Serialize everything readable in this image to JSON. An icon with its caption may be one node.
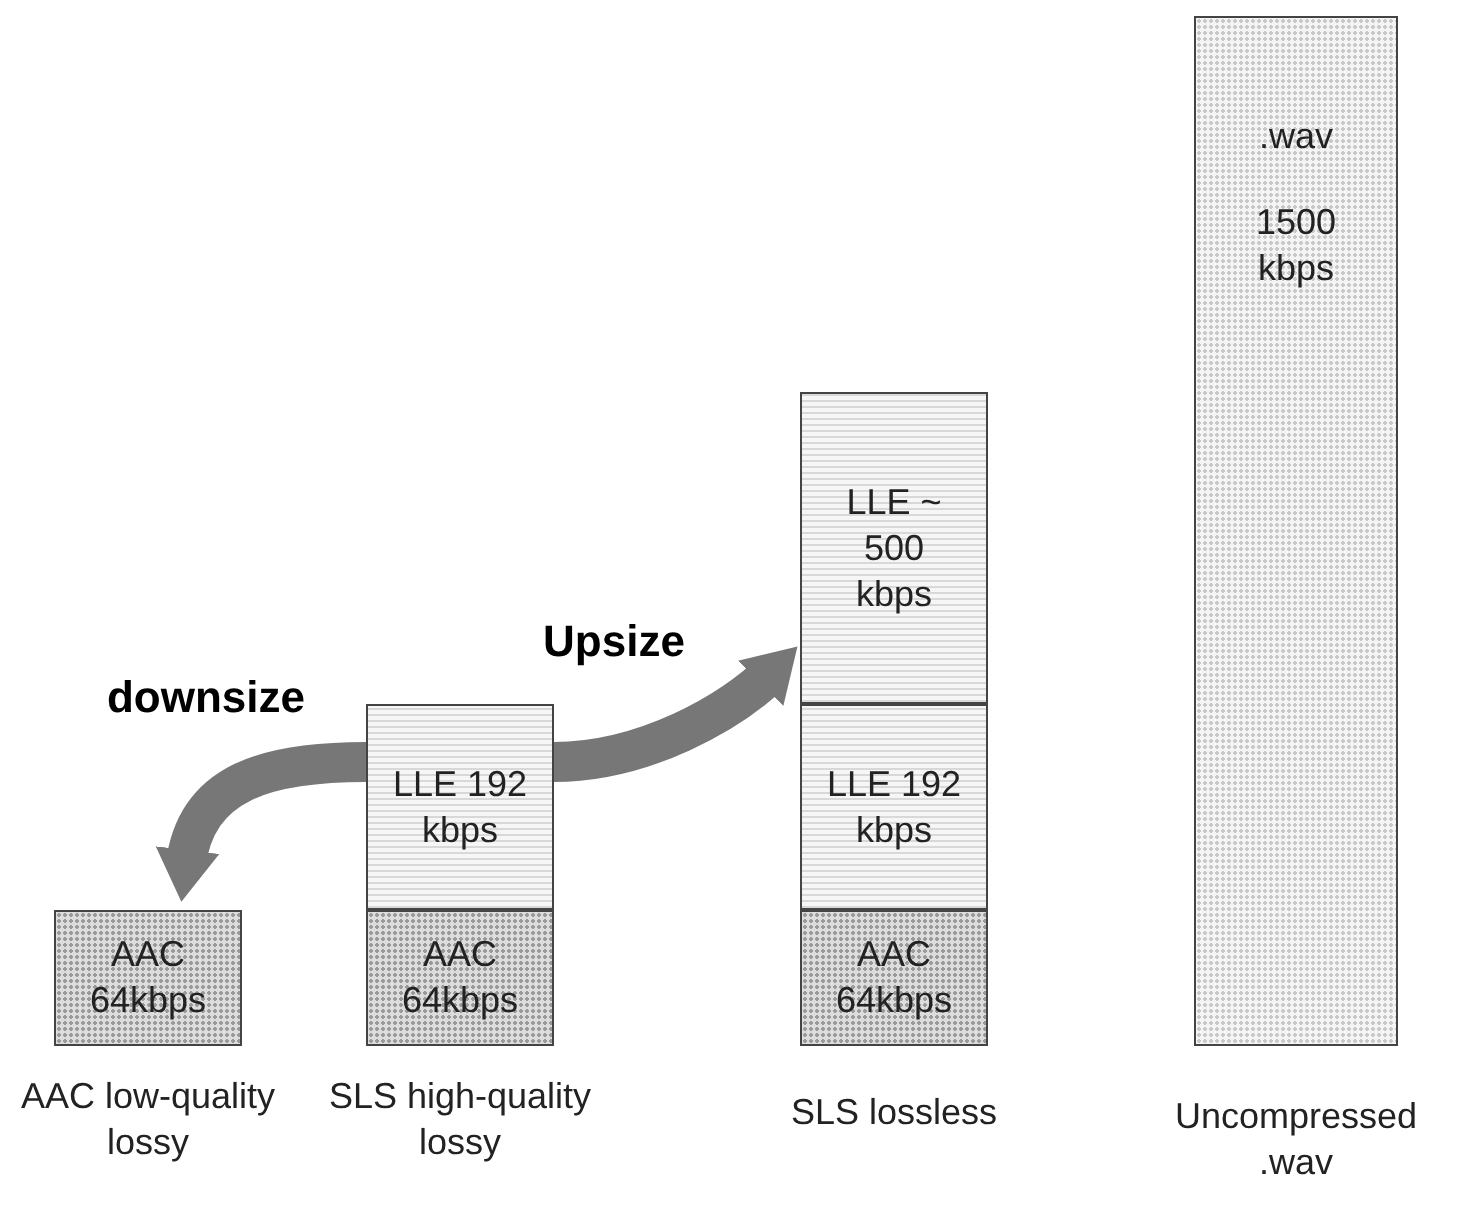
{
  "diagram": {
    "nodes": [
      {
        "text": [
          "AAC 64kbps"
        ],
        "beside": [
          "AAC low-quality lossy"
        ]
      },
      {
        "text": [
          "LLE 192 kbps"
        ]
      },
      {
        "text": [
          "AAC 64kbps"
        ],
        "beside": [
          "SLS high-quality lossy"
        ]
      },
      {
        "text": [
          "LLE ~ 500 kbps"
        ]
      },
      {
        "text": [
          "LLE 192 kbps"
        ]
      },
      {
        "text": [
          "AAC 64kbps"
        ],
        "beside": [
          "SLS lossless"
        ]
      },
      {
        "text": [
          ".wav",
          "1500 kbps"
        ],
        "beside": [
          "Uncompressed .wav"
        ]
      }
    ],
    "edges": [
      {
        "from": 1,
        "to": 0,
        "arrow": "to",
        "label": "downsize"
      },
      {
        "from": 1,
        "to": 3,
        "arrow": "to",
        "label": "Upsize"
      }
    ]
  }
}
